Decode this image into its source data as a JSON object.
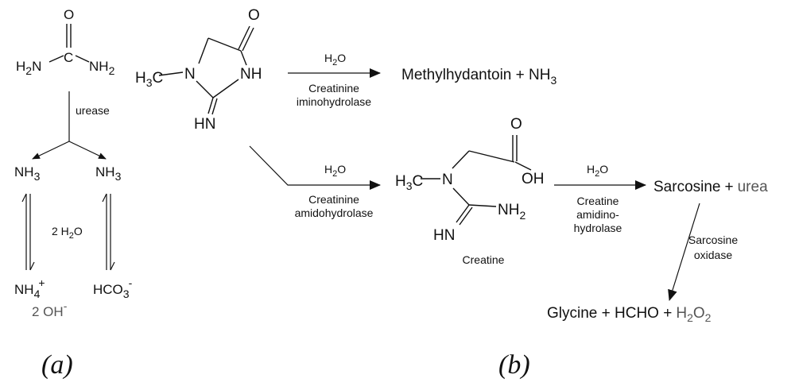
{
  "panel_a": {
    "label": "(a)",
    "urea": {
      "O": "O",
      "C": "C",
      "left_H": "H",
      "left_sub": "2",
      "left_N": "N",
      "right_N": "NH",
      "right_sub": "2"
    },
    "enzyme": "urease",
    "nh3_left": {
      "base": "NH",
      "sub": "3"
    },
    "nh3_right": {
      "base": "NH",
      "sub": "3"
    },
    "water": {
      "pre": "2 H",
      "sub": "2",
      "post": "O"
    },
    "ammonium": {
      "base": "NH",
      "sup": "+",
      "sub": "4"
    },
    "bicarbonate": {
      "base": "HCO",
      "sub": "3",
      "sup": "-"
    },
    "hydroxide": {
      "base": "2 OH",
      "sup": "-"
    }
  },
  "panel_b": {
    "label": "(b)",
    "creatinine": {
      "O": "O",
      "NH": "NH",
      "HN": "HN",
      "H3C_H": "H",
      "H3C_sub": "3",
      "H3C_C": "C",
      "N": "N"
    },
    "reaction1": {
      "reagent_pre": "H",
      "reagent_sub": "2",
      "reagent_post": "O",
      "enzyme_line1": "Creatinine",
      "enzyme_line2": "iminohydrolase"
    },
    "product1": {
      "text": "Methylhydantoin + NH",
      "sub": "3"
    },
    "reaction2": {
      "reagent_pre": "H",
      "reagent_sub": "2",
      "reagent_post": "O",
      "enzyme_line1": "Creatinine",
      "enzyme_line2": "amidohydrolase"
    },
    "creatine": {
      "O": "O",
      "OH": "OH",
      "H3C_H": "H",
      "H3C_sub": "3",
      "H3C_C": "C",
      "N": "N",
      "NH2": "NH",
      "NH2_sub": "2",
      "HN": "HN",
      "name": "Creatine"
    },
    "reaction3": {
      "reagent_pre": "H",
      "reagent_sub": "2",
      "reagent_post": "O",
      "enzyme_line1": "Creatine",
      "enzyme_line2": "amidino-",
      "enzyme_line3": "hydrolase"
    },
    "product3": {
      "sarcosine": "Sarcosine",
      "plus": "+",
      "urea": "urea"
    },
    "reaction4": {
      "enzyme_line1": "Sarcosine",
      "enzyme_line2": "oxidase"
    },
    "product4": {
      "text": "Glycine + HCHO +",
      "h2o2_pre": "H",
      "h2o2_sub": "2",
      "h2o2_post": "O",
      "h2o2_sub2": "2"
    }
  }
}
